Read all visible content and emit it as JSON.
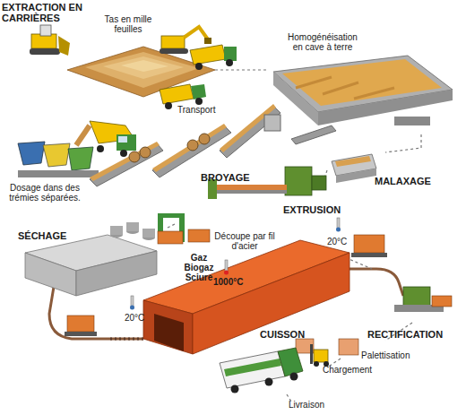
{
  "diagram": {
    "labels": [
      "EXTRACTION EN CARRIÈRES",
      "Tas en mille feuilles",
      "Homogénéisation en cave à terre",
      "Transport",
      "BROYAGE",
      "MALAXAGE",
      "Dosage dans des trémies séparées.",
      "EXTRUSION",
      "Découpe par fil d'acier",
      "SÉCHAGE",
      "20°C",
      "Gaz Biogaz Sciure",
      "1000°C",
      "20°C",
      "CUISSON",
      "RECTIFICATION",
      "Palettisation",
      "Chargement",
      "Livraison"
    ]
  }
}
